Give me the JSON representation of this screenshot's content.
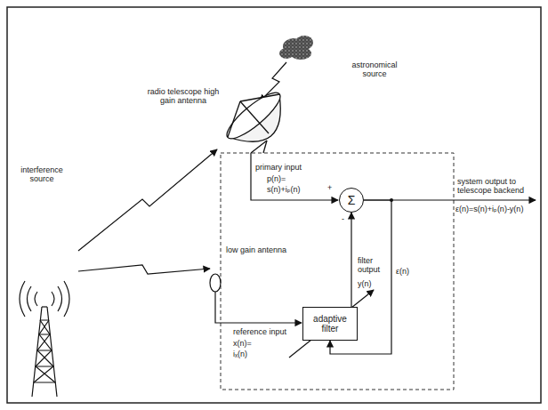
{
  "diagram": {
    "nodes": [
      {
        "text": [
          "Σ"
        ]
      },
      {
        "text": [
          "adaptive filter"
        ]
      }
    ],
    "edges": [
      {
        "from": 1,
        "to": 0,
        "arrow": "to"
      },
      {
        "from": 0,
        "to": 1,
        "arrow": "to"
      }
    ],
    "labels": [
      "astronomical source",
      "radio telescope high gain antenna",
      "interference source",
      "low gain antenna",
      "primary input",
      "p(n)=",
      "s(n)+iₚ(n)",
      "+",
      "-",
      "filter output",
      "y(n)",
      "system output to telescope backend",
      "ε(n)=s(n)+iₚ(n)-y(n)",
      "ε(n)",
      "reference input",
      "x(n)=",
      "iₓ(n)"
    ]
  }
}
